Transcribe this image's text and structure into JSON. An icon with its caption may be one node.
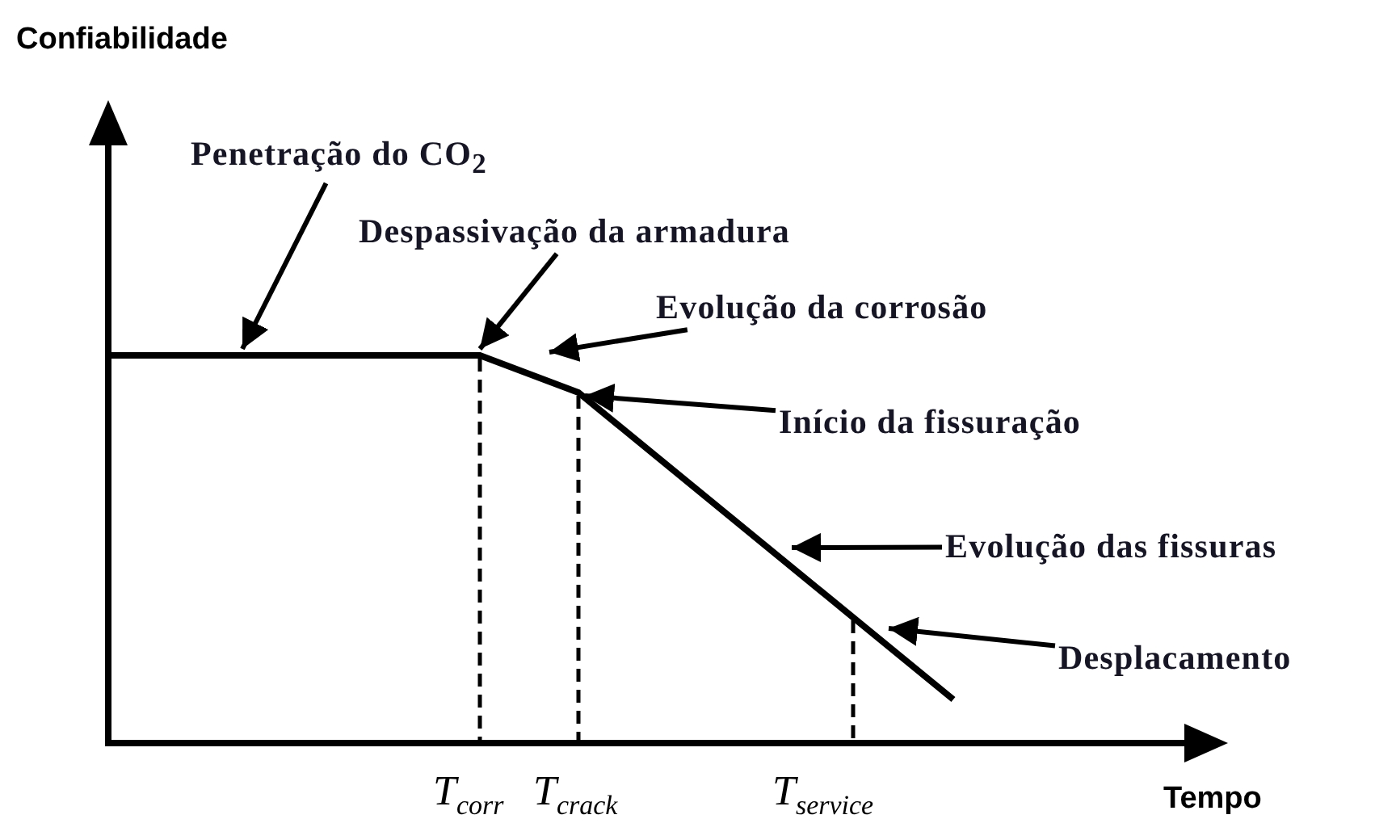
{
  "diagram": {
    "nodes": [
      {
        "text": [
          "Penetração do CO$_{2}$"
        ]
      },
      {
        "text": [
          "Despassivação da armadura"
        ]
      },
      {
        "text": [
          "Evolução da corrosão"
        ]
      },
      {
        "text": [
          "Início da fissuração"
        ]
      },
      {
        "text": [
          "Evolução das fissuras"
        ]
      },
      {
        "text": [
          "Desplacamento"
        ]
      }
    ],
    "edges": [
      {
        "from": 0,
        "to": null,
        "arrow": "to"
      },
      {
        "from": 1,
        "to": null,
        "arrow": "to"
      },
      {
        "from": 2,
        "to": null,
        "arrow": "to"
      },
      {
        "from": 3,
        "to": null,
        "arrow": "to"
      },
      {
        "from": 4,
        "to": null,
        "arrow": "to"
      },
      {
        "from": 5,
        "to": null,
        "arrow": "to"
      }
    ],
    "labels": [
      "Confiabilidade",
      "T$_{corr}$",
      "T$_{crack}$",
      "T$_{service}$",
      "Tempo"
    ]
  }
}
